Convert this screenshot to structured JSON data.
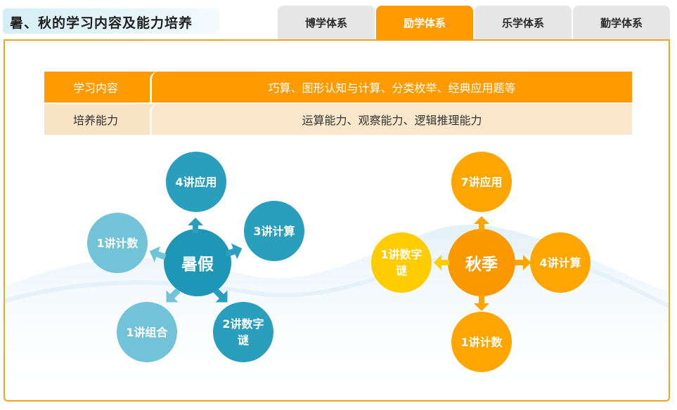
{
  "page": {
    "title": "暑、秋的学习内容及能力培养"
  },
  "tabs": [
    {
      "label": "博学体系",
      "active": false
    },
    {
      "label": "励学体系",
      "active": true
    },
    {
      "label": "乐学体系",
      "active": false
    },
    {
      "label": "勤学体系",
      "active": false
    }
  ],
  "info": {
    "rows": [
      {
        "label": "学习内容",
        "value": "巧算、图形认知与计算、分类枚举、经典应用题等"
      },
      {
        "label": "培养能力",
        "value": "运算能力、观察能力、逻辑推理能力"
      }
    ]
  },
  "summer": {
    "hub": "暑假",
    "nodes": {
      "top": "4讲应用",
      "right": "3讲计算",
      "bottom_right": "2讲数字谜",
      "bottom_left": "1讲组合",
      "left": "1讲计数"
    }
  },
  "autumn": {
    "hub": "秋季",
    "nodes": {
      "top": "7讲应用",
      "right": "4讲计算",
      "bottom": "1讲计数",
      "left": "1讲数字谜"
    }
  },
  "colors": {
    "accent_orange": "#ff9a00",
    "panel_border": "#f0a423",
    "teal_dark": "#2196b4",
    "teal_light": "#6cc3d8",
    "orange_dark": "#fa9800",
    "yellow": "#ffcc00"
  }
}
